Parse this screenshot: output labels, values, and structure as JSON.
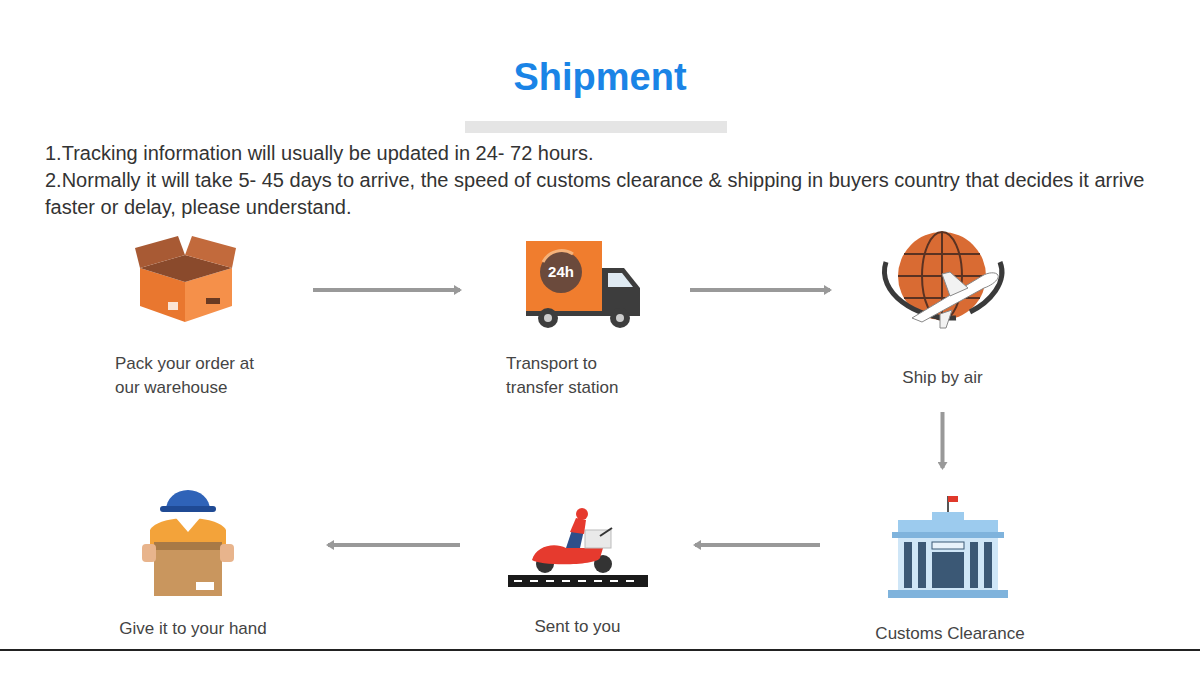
{
  "diagram": {
    "title": "Shipment",
    "nodes": [
      {
        "text": [
          "Pack your order at our warehouse"
        ]
      },
      {
        "text": [
          "Transport to transfer station"
        ]
      },
      {
        "text": [
          "Ship by air"
        ]
      },
      {
        "text": [
          "Customs Clearance"
        ]
      },
      {
        "text": [
          "Sent to you"
        ]
      },
      {
        "text": [
          "Give it to your hand"
        ]
      }
    ],
    "edges": [
      {
        "from": 0,
        "to": 1,
        "arrow": "to"
      },
      {
        "from": 1,
        "to": 2,
        "arrow": "to"
      },
      {
        "from": 2,
        "to": 3,
        "arrow": "to"
      },
      {
        "from": 3,
        "to": 4,
        "arrow": "to"
      },
      {
        "from": 4,
        "to": 5,
        "arrow": "to"
      }
    ],
    "labels": [
      "1.Tracking information will usually be updated in 24- 72 hours.",
      "2.Normally it will take 5- 45 days to arrive, the speed of customs clearance & shipping in buyers country that decides it arrive faster or delay, please understand.",
      "24h"
    ]
  }
}
